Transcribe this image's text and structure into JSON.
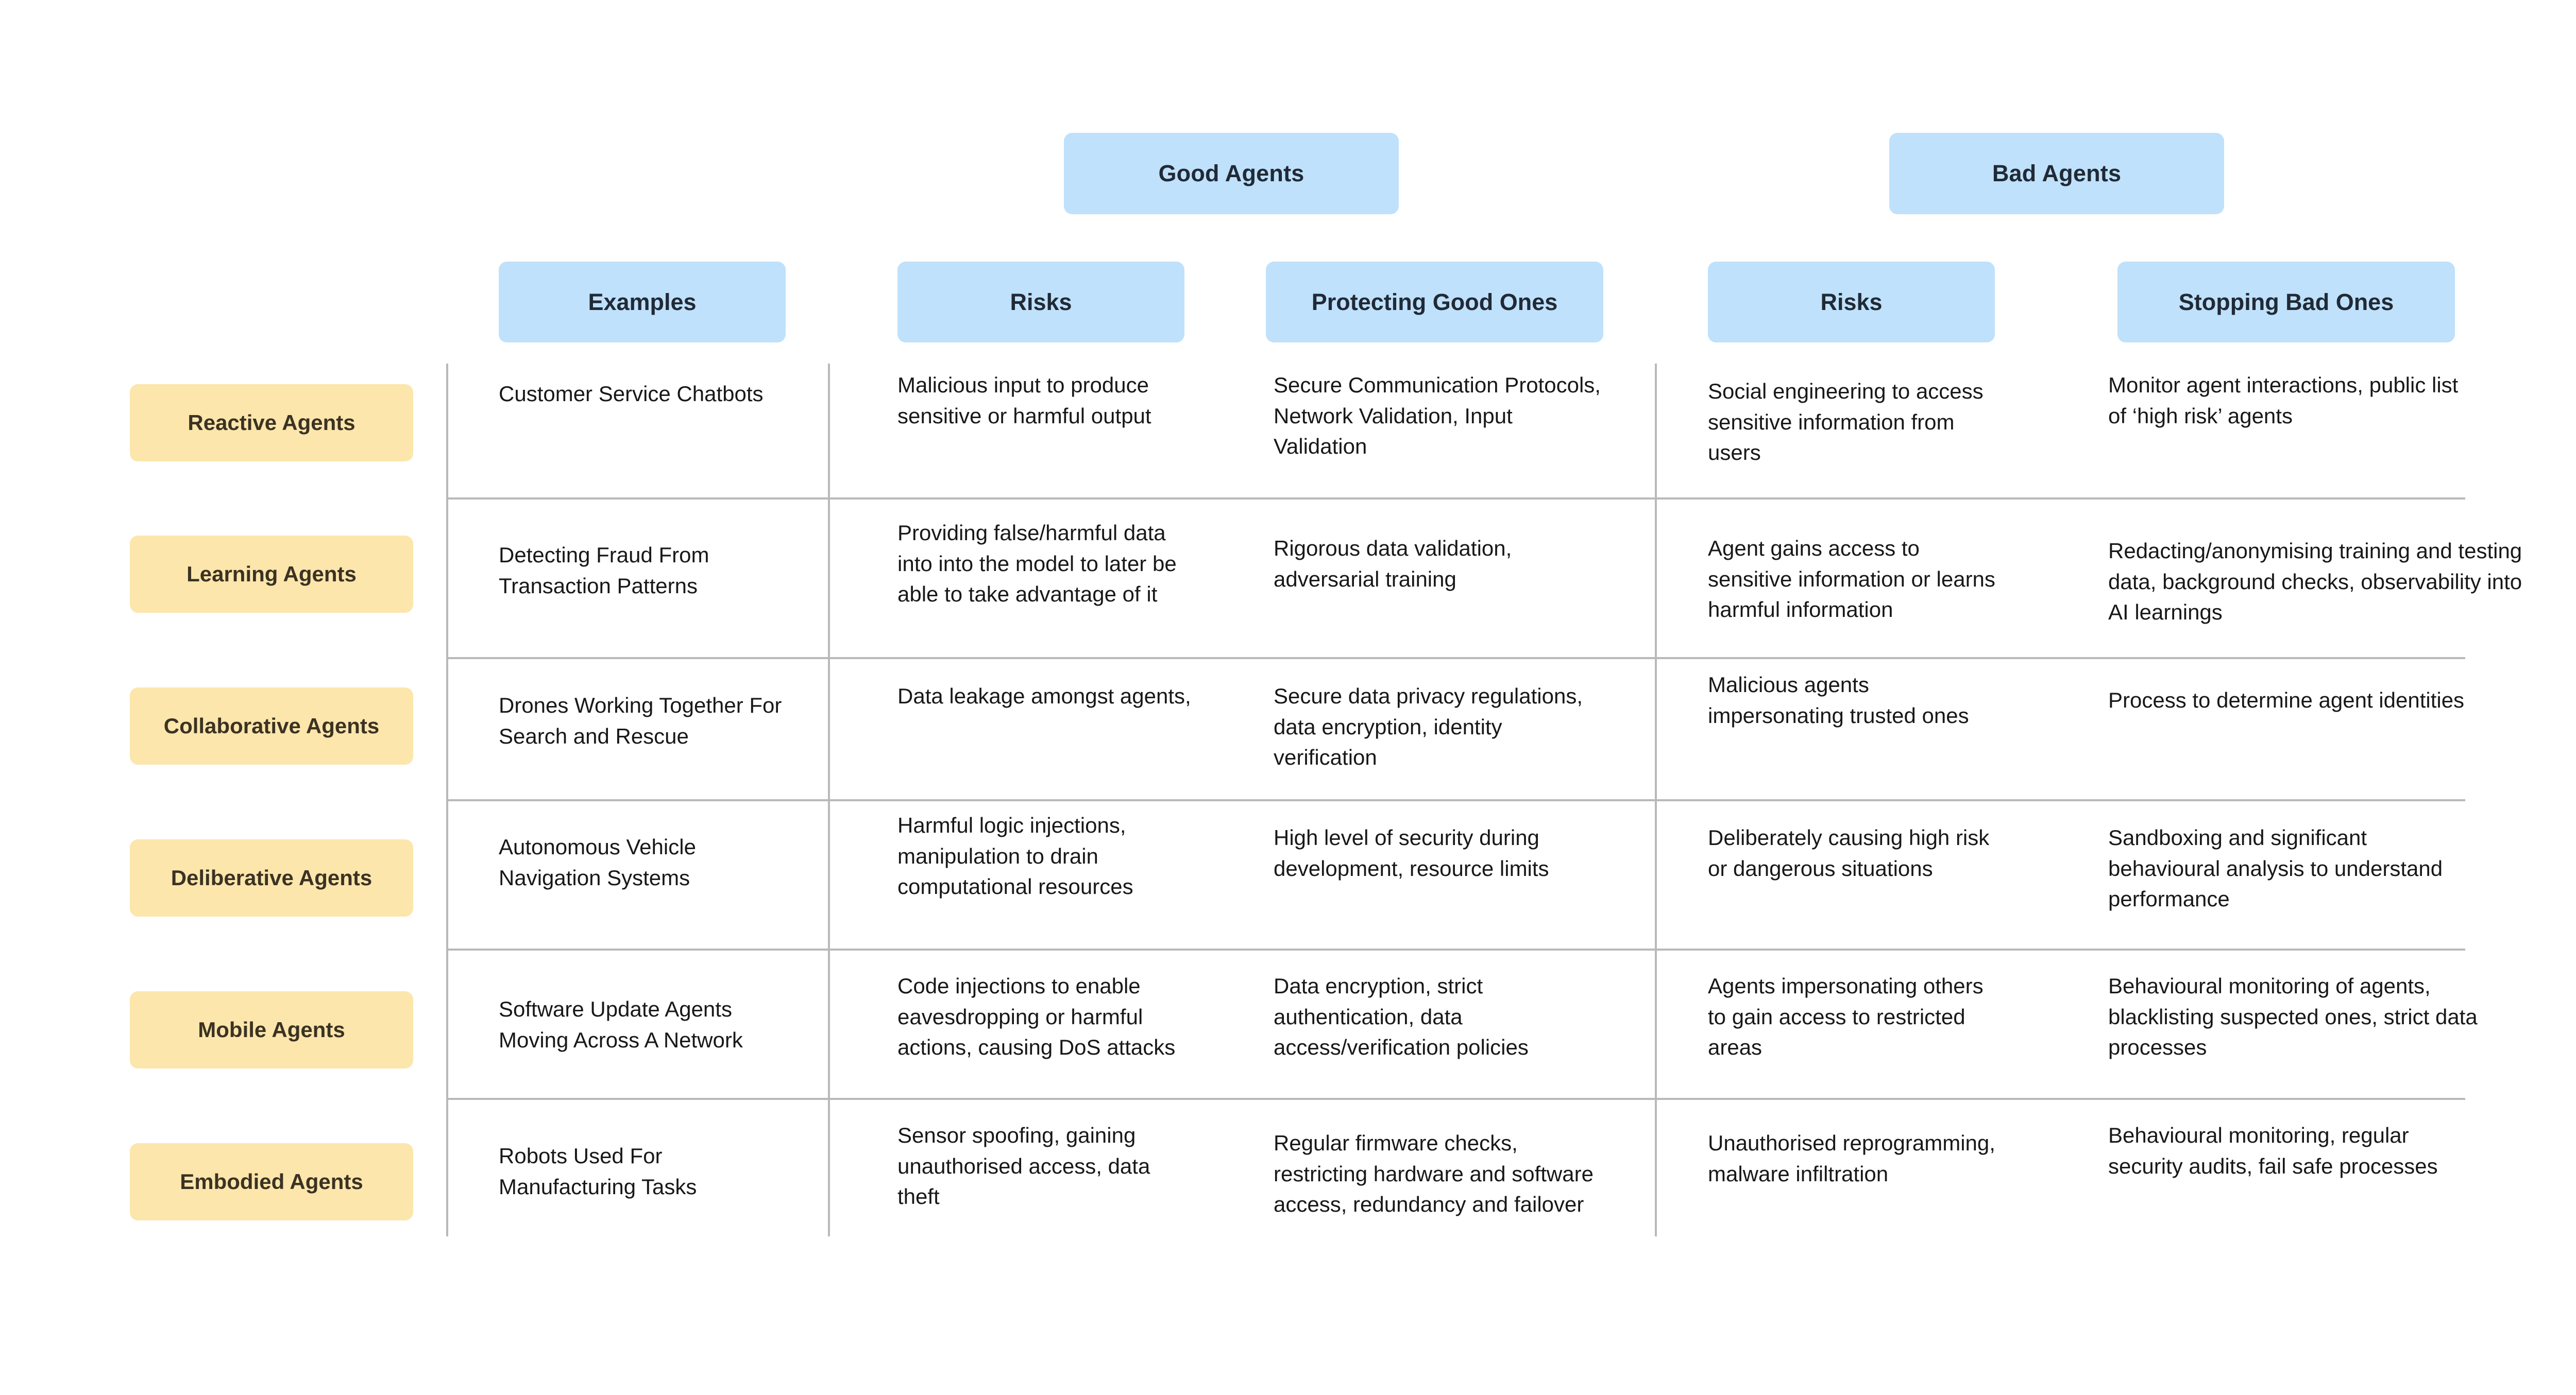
{
  "groups": [
    {
      "label": "Good Agents"
    },
    {
      "label": "Bad Agents"
    }
  ],
  "columns": [
    {
      "label": "Examples"
    },
    {
      "label": "Risks"
    },
    {
      "label": "Protecting Good Ones"
    },
    {
      "label": "Risks"
    },
    {
      "label": "Stopping Bad Ones"
    }
  ],
  "rows": [
    {
      "label": "Reactive Agents",
      "examples": "Customer Service Chatbots",
      "good_risks": "Malicious input to produce sensitive or harmful output",
      "protecting_good": "Secure Communication Protocols, Network Validation, Input Validation",
      "bad_risks": "Social engineering to access sensitive information from users",
      "stopping_bad": "Monitor agent interactions, public list of ‘high risk’ agents"
    },
    {
      "label": "Learning Agents",
      "examples": "Detecting Fraud From Transaction Patterns",
      "good_risks": "Providing false/harmful data into into the model to later be able to take advantage of it",
      "protecting_good": "Rigorous data validation, adversarial training",
      "bad_risks": "Agent gains access to sensitive information or learns harmful information",
      "stopping_bad": "Redacting/anonymising training and testing data, background checks, observability into AI learnings"
    },
    {
      "label": "Collaborative Agents",
      "examples": "Drones Working Together For Search and Rescue",
      "good_risks": "Data leakage amongst agents,",
      "protecting_good": "Secure data privacy regulations, data encryption, identity verification",
      "bad_risks": "Malicious agents impersonating trusted ones",
      "stopping_bad": "Process to determine agent identities"
    },
    {
      "label": "Deliberative Agents",
      "examples": "Autonomous Vehicle Navigation Systems",
      "good_risks": "Harmful logic injections, manipulation to drain computational resources",
      "protecting_good": "High level of security during development, resource limits",
      "bad_risks": "Deliberately causing high risk or dangerous situations",
      "stopping_bad": "Sandboxing and significant behavioural analysis to understand performance"
    },
    {
      "label": "Mobile Agents",
      "examples": "Software Update Agents Moving Across A Network",
      "good_risks": "Code injections to enable eavesdropping or harmful actions, causing DoS attacks",
      "protecting_good": "Data encryption, strict authentication, data access/verification policies",
      "bad_risks": "Agents impersonating others to gain access to restricted areas",
      "stopping_bad": "Behavioural monitoring of agents, blacklisting suspected ones, strict data processes"
    },
    {
      "label": "Embodied Agents",
      "examples": "Robots Used For Manufacturing Tasks",
      "good_risks": "Sensor spoofing, gaining unauthorised access, data theft",
      "protecting_good": "Regular firmware checks, restricting hardware and software access, redundancy and failover",
      "bad_risks": "Unauthorised reprogramming, malware infiltration",
      "stopping_bad": "Behavioural monitoring, regular security audits, fail safe processes"
    }
  ],
  "colors": {
    "header_chip": "#bfe1fb",
    "row_chip": "#fce6ac",
    "rule": "#b9b9b9",
    "background": "#ffffff",
    "text": "#181818"
  }
}
